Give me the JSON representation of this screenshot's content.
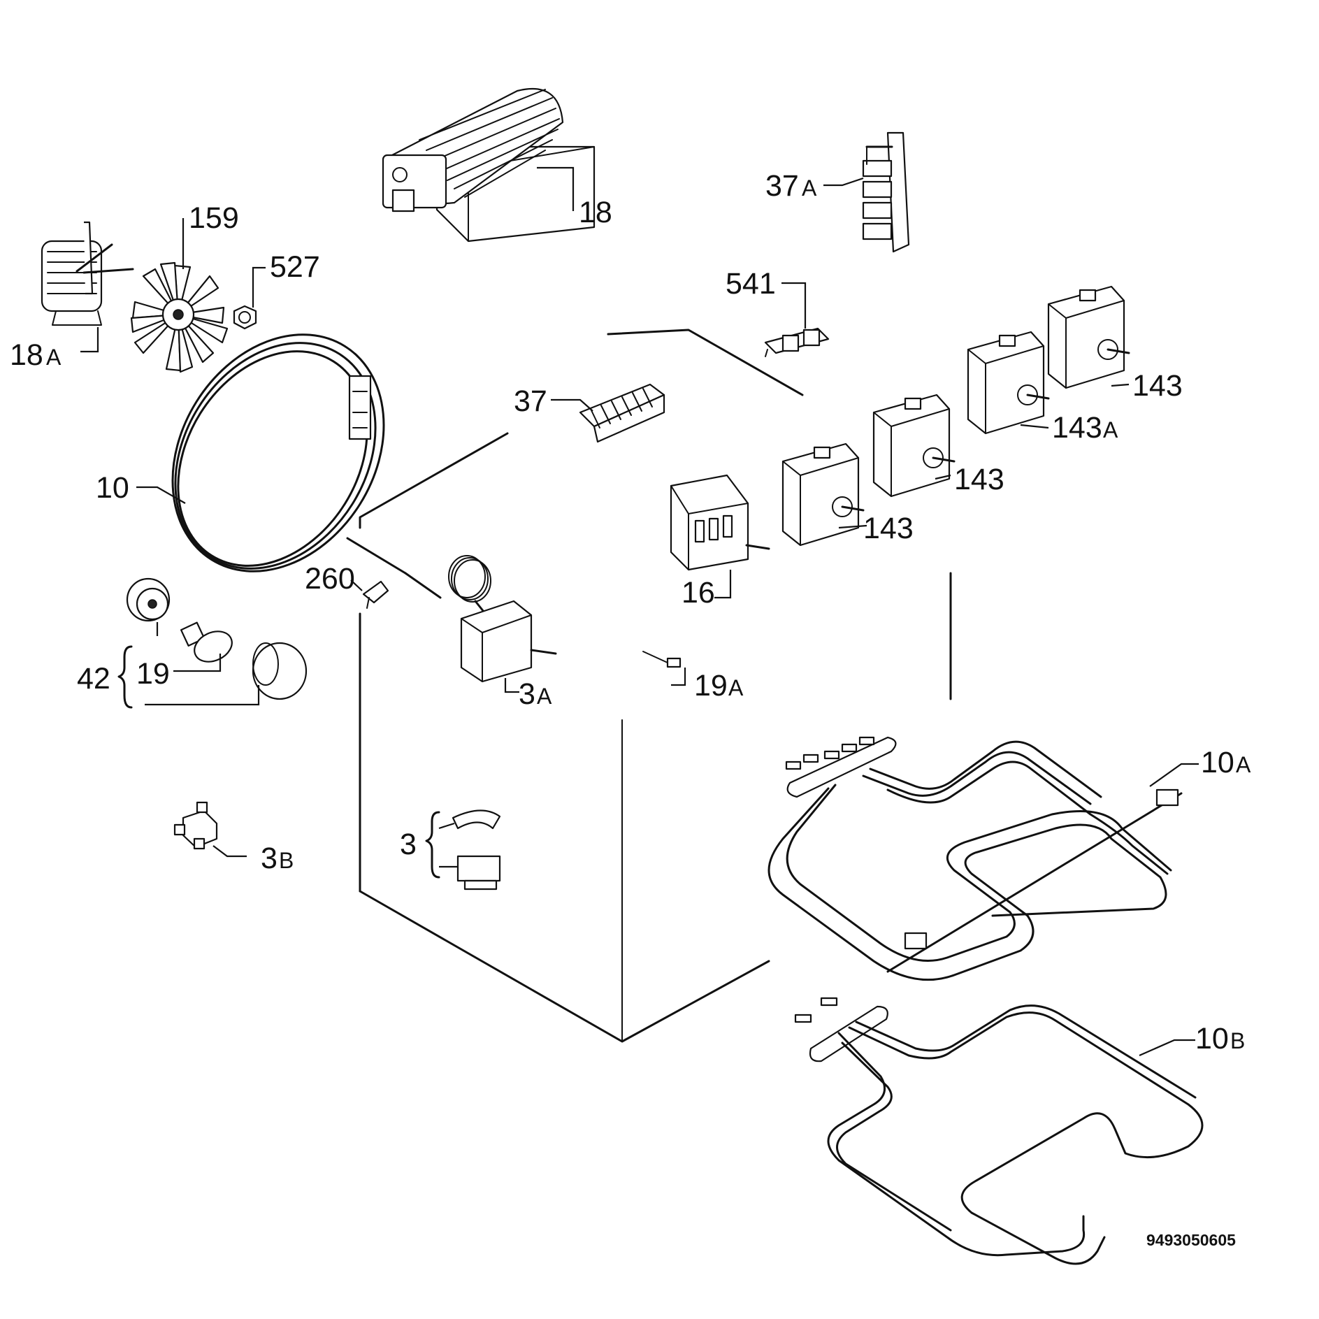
{
  "labels": {
    "p18": "18",
    "p18a_num": "18",
    "p18a_sub": "A",
    "p159": "159",
    "p527": "527",
    "p37a_num": "37",
    "p37a_sub": "A",
    "p541": "541",
    "p37": "37",
    "p10": "10",
    "p143_a": "143",
    "p143a_num": "143",
    "p143a_sub": "A",
    "p143_b": "143",
    "p143_c": "143",
    "p16": "16",
    "p260": "260",
    "p42": "42",
    "p19": "19",
    "p3a_num": "3",
    "p3a_sub": "A",
    "p19a_num": "19",
    "p19a_sub": "A",
    "p10a_num": "10",
    "p10a_sub": "A",
    "p3b_num": "3",
    "p3b_sub": "B",
    "p3": "3",
    "p10b_num": "10",
    "p10b_sub": "B"
  },
  "diagram_code": "9493050605"
}
